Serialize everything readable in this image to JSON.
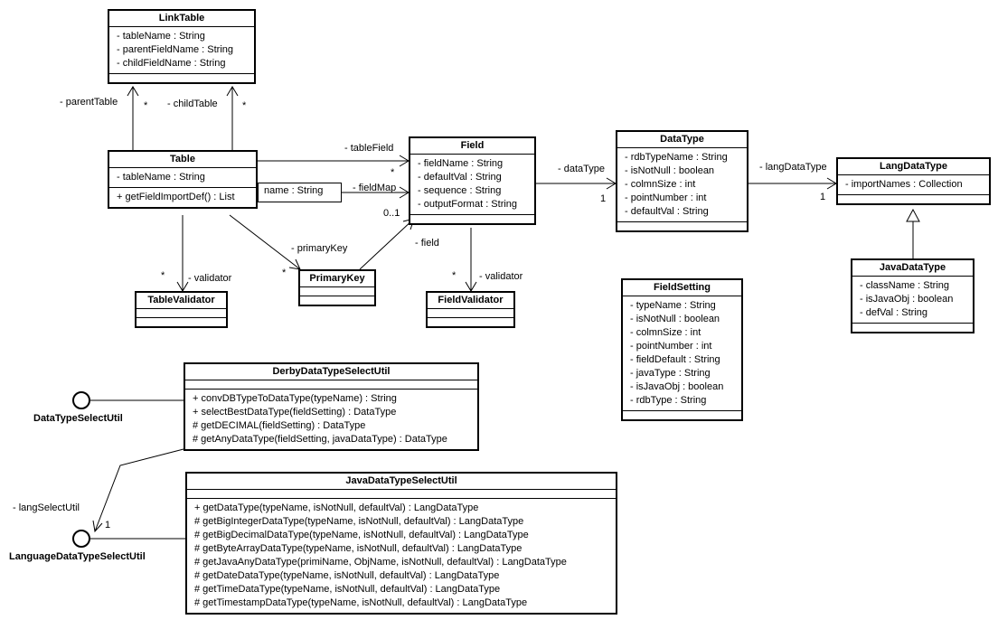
{
  "classes": {
    "linktable": {
      "name": "LinkTable",
      "attributes": [
        "- tableName : String",
        "- parentFieldName : String",
        "- childFieldName : String"
      ],
      "operations": []
    },
    "table": {
      "name": "Table",
      "attributes": [
        "- tableName : String"
      ],
      "operations": [
        "+ getFieldImportDef() : List"
      ]
    },
    "field": {
      "name": "Field",
      "attributes": [
        "- fieldName : String",
        "- defaultVal : String",
        "- sequence : String",
        "- outputFormat : String"
      ],
      "operations": []
    },
    "datatype": {
      "name": "DataType",
      "attributes": [
        "- rdbTypeName : String",
        "- isNotNull : boolean",
        "- colmnSize : int",
        "- pointNumber : int",
        "- defaultVal : String"
      ],
      "operations": []
    },
    "langdatatype": {
      "name": "LangDataType",
      "attributes": [
        "- importNames : Collection"
      ],
      "operations": []
    },
    "javadatatype": {
      "name": "JavaDataType",
      "attributes": [
        "- className : String",
        "- isJavaObj : boolean",
        "- defVal : String"
      ],
      "operations": []
    },
    "tablevalidator": {
      "name": "TableValidator",
      "attributes": [],
      "operations": []
    },
    "primarykey": {
      "name": "PrimaryKey",
      "attributes": [],
      "operations": []
    },
    "fieldvalidator": {
      "name": "FieldValidator",
      "attributes": [],
      "operations": []
    },
    "fieldsetting": {
      "name": "FieldSetting",
      "attributes": [
        "- typeName : String",
        "- isNotNull : boolean",
        "- colmnSize : int",
        "- pointNumber : int",
        "- fieldDefault : String",
        "- javaType : String",
        "- isJavaObj : boolean",
        "- rdbType : String"
      ],
      "operations": []
    },
    "derby": {
      "name": "DerbyDataTypeSelectUtil",
      "attributes": [],
      "operations": [
        "+ convDBTypeToDataType(typeName) : String",
        "+ selectBestDataType(fieldSetting) : DataType",
        "# getDECIMAL(fieldSetting) : DataType",
        "# getAnyDataType(fieldSetting, javaDataType) : DataType"
      ]
    },
    "javaselect": {
      "name": "JavaDataTypeSelectUtil",
      "attributes": [],
      "operations": [
        "+ getDataType(typeName, isNotNull, defaultVal) : LangDataType",
        "# getBigIntegerDataType(typeName, isNotNull, defaultVal) : LangDataType",
        "# getBigDecimalDataType(typeName, isNotNull, defaultVal) : LangDataType",
        "# getByteArrayDataType(typeName, isNotNull, defaultVal) : LangDataType",
        "# getJavaAnyDataType(primiName, ObjName, isNotNull, defaultVal) : LangDataType",
        "# getDateDataType(typeName, isNotNull, defaultVal) : LangDataType",
        "# getTimeDataType(typeName, isNotNull, defaultVal) : LangDataType",
        "# getTimestampDataType(typeName, isNotNull, defaultVal) : LangDataType"
      ]
    }
  },
  "interfaces": {
    "datatypeselect": "DataTypeSelectUtil",
    "languageselect": "LanguageDataTypeSelectUtil"
  },
  "qualifier": "name : String",
  "labels": {
    "parent_table": "- parentTable",
    "parent_mult": "*",
    "child_table": "- childTable",
    "child_mult": "*",
    "table_field": "- tableField",
    "table_field_mult": "*",
    "field_map": "- fieldMap",
    "field_map_mult": "0..1",
    "primary_key": "- primaryKey",
    "primary_key_mult": "*",
    "pk_field": "- field",
    "table_validator": "- validator",
    "table_validator_mult": "*",
    "field_validator": "- validator",
    "field_validator_mult": "*",
    "data_type": "- dataType",
    "data_type_mult": "1",
    "lang_data_type": "- langDataType",
    "lang_data_type_mult": "1",
    "lang_select": "- langSelectUtil",
    "lang_select_mult": "1"
  }
}
